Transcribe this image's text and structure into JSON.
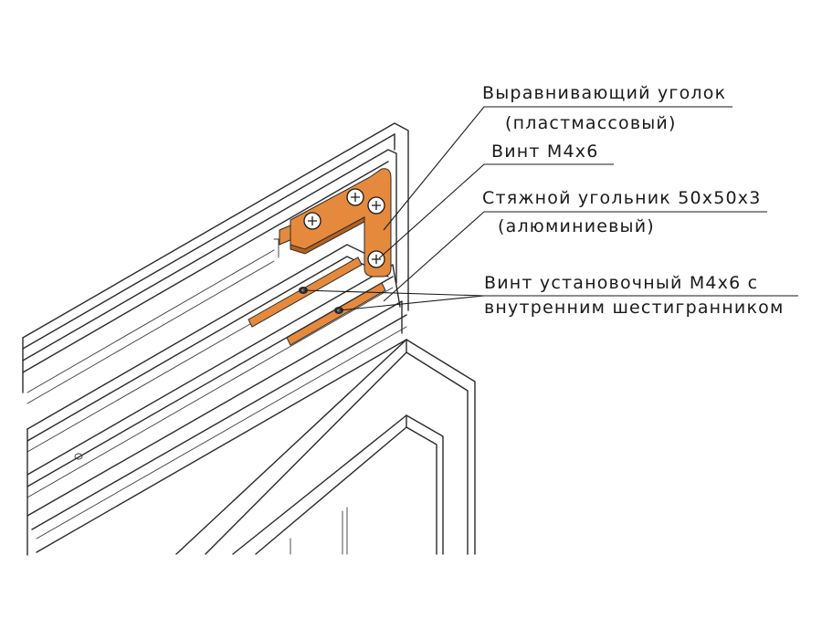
{
  "colors": {
    "part": "#e58a3c",
    "part_dark": "#b8601e",
    "line": "#2a2a2a",
    "background": "#ffffff"
  },
  "labels": [
    {
      "id": "corner",
      "line1": "Выравнивающий уголок",
      "line2": "(пластмассовый)"
    },
    {
      "id": "screw",
      "line1": "Винт М4х6"
    },
    {
      "id": "bracket",
      "line1": "Стяжной угольник 50х50х3",
      "line2": "(алюминиевый)"
    },
    {
      "id": "setscrew",
      "line1": "Винт установочный М4х6 с",
      "line2": "внутренним шестигранником"
    }
  ]
}
